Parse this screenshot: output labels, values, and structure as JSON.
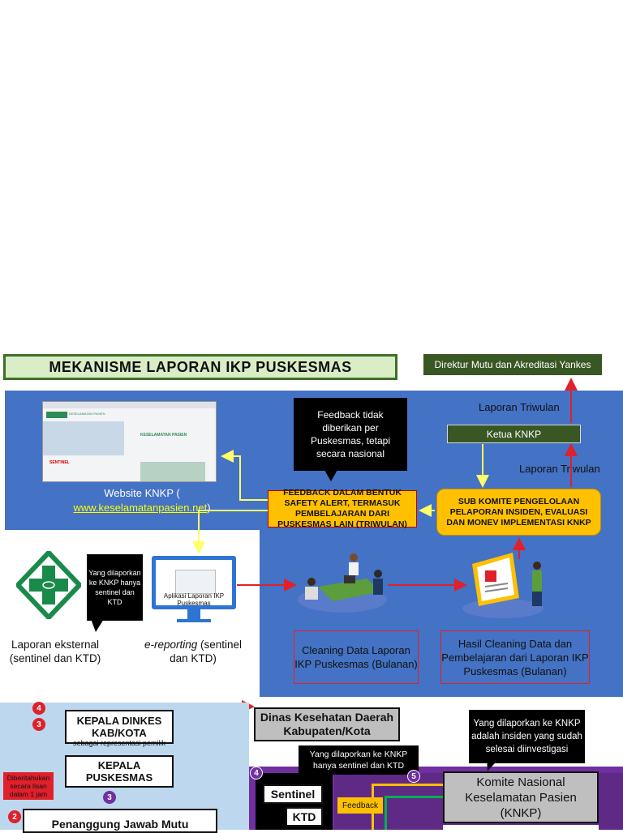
{
  "title": "MEKANISME LAPORAN IKP PUSKESMAS",
  "direktur": "Direktur Mutu dan Akreditasi Yankes",
  "ketua": "Ketua KNKP",
  "laporan_triwulan_1": "Laporan Triwulan",
  "laporan_triwulan_2": "Laporan Triwulan",
  "callout_feedback": "Feedback tidak diberikan per Puskesmas, tetapi secara nasional",
  "feedback_box": "FEEDBACK DALAM BENTUK SAFETY ALERT, TERMASUK PEMBELAJARAN DARI PUSKESMAS LAIN (TRIWULAN)",
  "subkomite_box": "SUB KOMITE PENGELOLAAN PELAPORAN INSIDEN, EVALUASI DAN MONEV IMPLEMENTASI KNKP",
  "website_label": "Website KNKP (",
  "website_url": "www.keselamatanpasien.net",
  "website_close": ")",
  "website_screen": {
    "logo_text": "KESELAMATAN PASIEN",
    "headline": "KESELAMATAN PASIEN",
    "section": "SENTINEL"
  },
  "callout_sentinel": "Yang dilaporkan ke KNKP hanya sentinel dan KTD",
  "app_label": "Aplikasi Laporan IKP Puskesmas",
  "laporan_eksternal": "Laporan eksternal (sentinel dan KTD)",
  "ereporting_italic": "e-reporting",
  "ereporting_rest": " (sentinel dan KTD)",
  "cleaning": "Cleaning Data Laporan IKP Puskesmas (Bulanan)",
  "hasil": "Hasil Cleaning Data dan Pembelajaran dari Laporan IKP Puskesmas (Bulanan)",
  "kepala_dinkes": "KEPALA DINKES KAB/KOTA",
  "kepala_dinkes_sub": "sebagai representasi pemilik",
  "kepala_puskesmas": "KEPALA PUSKESMAS",
  "diberitahukan": "Diberitahukan secara lisan dalam 1 jam",
  "penanggung": "Penanggung Jawab Mutu",
  "dinas": "Dinas Kesehatan Daerah Kabupaten/Kota",
  "callout_knkp": "Yang dilaporkan ke KNKP hanya sentinel dan KTD",
  "callout_investigasi": "Yang dilaporkan ke KNKP adalah insiden yang sudah selesai diinvestigasi",
  "sentinel": "Sentinel",
  "ktd": "KTD",
  "feedback_small": "Feedback",
  "komite": "Komite Nasional Keselamatan Pasien (KNKP)",
  "num_2": "2",
  "num_3a": "3",
  "num_3b": "3",
  "num_4a": "4",
  "num_4b": "4",
  "num_5": "5",
  "colors": {
    "blue": "#4472c4",
    "dark_green": "#385723",
    "orange": "#ffc000",
    "red": "#e0202a",
    "purple": "#7030a0",
    "yellow_arrow": "#ffff66"
  }
}
